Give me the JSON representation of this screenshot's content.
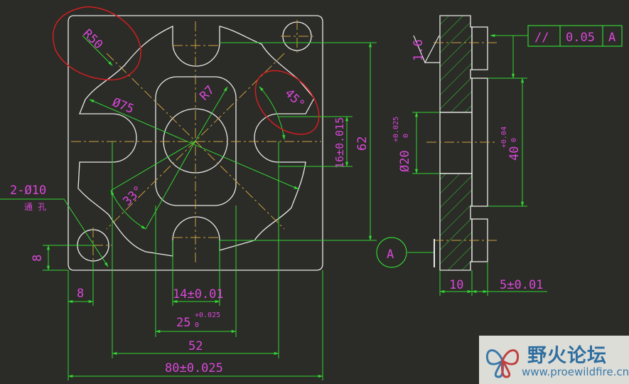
{
  "colors": {
    "background": "#2b2b27",
    "outline": "#e8e8e8",
    "dimension": "#33d433",
    "text": "#d848d8",
    "center": "#c8a040",
    "annotation": "#d02020",
    "brand": "#2f6f9f"
  },
  "front_view": {
    "r50": "R50",
    "d75": "Ø75",
    "r7": "R7",
    "angle45": "45°",
    "angle33": "33°",
    "holes": "2-Ø10",
    "holes_note": "通  孔",
    "dim8_v": "8",
    "dim8_h": "8",
    "dim14": "14±0.01",
    "dim25": "25",
    "dim25_tol": "+0.025",
    "dim25_tol_low": "0",
    "dim52": "52",
    "dim80": "80±0.025",
    "dim62": "62",
    "dim16": "16±0.015"
  },
  "side_view": {
    "roughness": "1.6",
    "flatness_symbol": "//",
    "flatness_value": "0.05",
    "flatness_datum": "A",
    "datum": "A",
    "d20": "Ø20",
    "d20_tol": "+0.025",
    "d20_tol_low": "0",
    "dim40": "40",
    "dim40_tol": "+0.04",
    "dim40_tol_low": "0",
    "dim10": "10",
    "dim5": "5±0.01"
  },
  "watermark": {
    "title": "野火论坛",
    "url": "www.proewildfire.cn",
    "logo": "butterfly-logo-icon"
  }
}
